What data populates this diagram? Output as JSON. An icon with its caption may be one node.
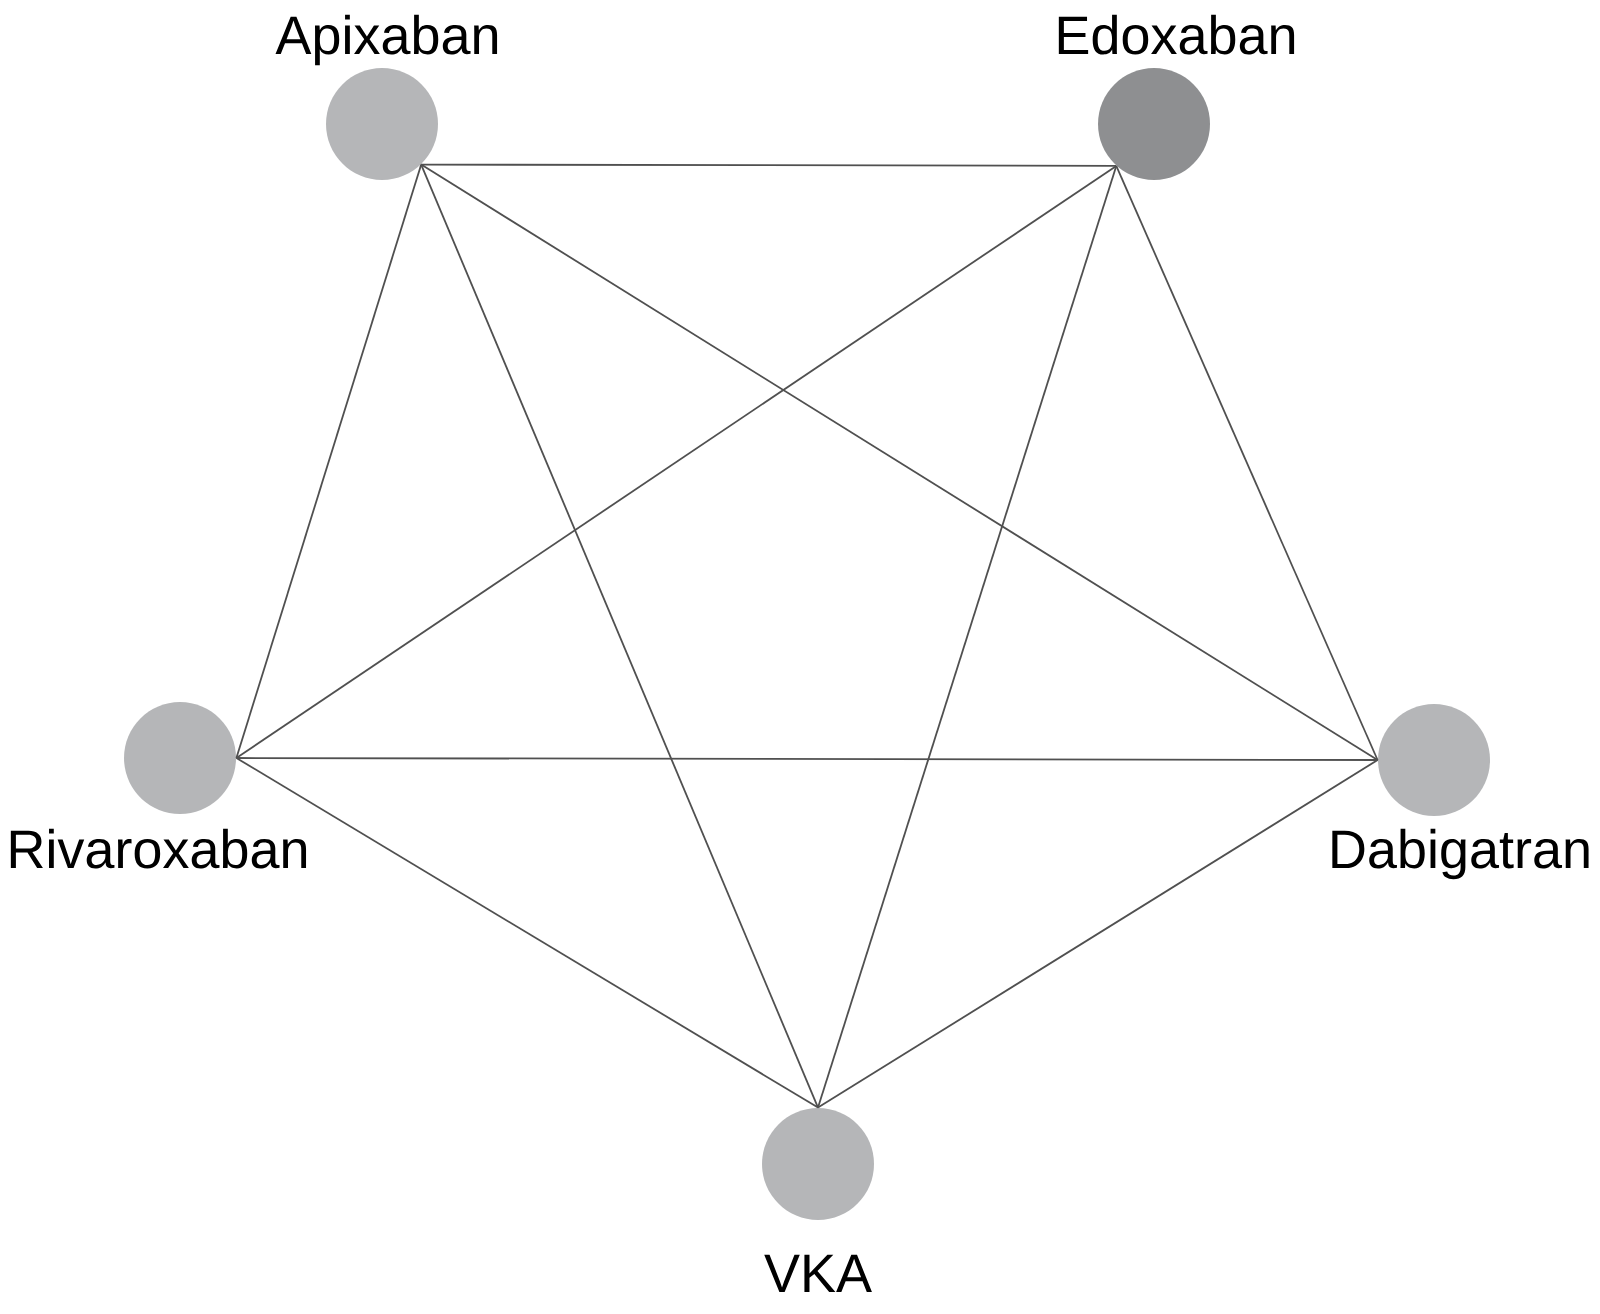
{
  "diagram": {
    "nodes": [
      {
        "text": [
          "Apixaban"
        ]
      },
      {
        "text": [
          "Edoxaban"
        ]
      },
      {
        "text": [
          "Rivaroxaban"
        ]
      },
      {
        "text": [
          "Dabigatran"
        ]
      },
      {
        "text": [
          "VKA"
        ]
      }
    ],
    "edges": [
      {
        "from": 0,
        "to": 1,
        "arrow": "none"
      },
      {
        "from": 0,
        "to": 2,
        "arrow": "none"
      },
      {
        "from": 0,
        "to": 3,
        "arrow": "none"
      },
      {
        "from": 0,
        "to": 4,
        "arrow": "none"
      },
      {
        "from": 1,
        "to": 2,
        "arrow": "none"
      },
      {
        "from": 1,
        "to": 3,
        "arrow": "none"
      },
      {
        "from": 1,
        "to": 4,
        "arrow": "none"
      },
      {
        "from": 2,
        "to": 3,
        "arrow": "none"
      },
      {
        "from": 2,
        "to": 4,
        "arrow": "none"
      },
      {
        "from": 3,
        "to": 4,
        "arrow": "none"
      }
    ]
  }
}
